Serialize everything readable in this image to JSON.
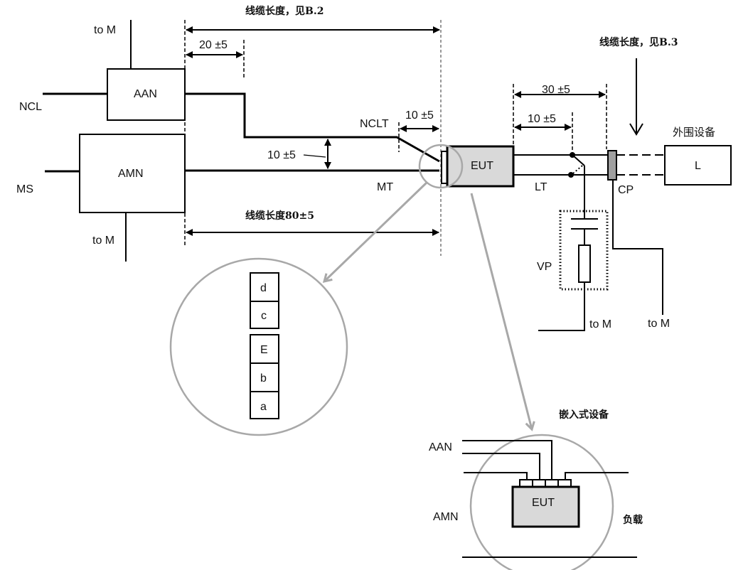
{
  "diagram": {
    "title_cable_length_b2": "线缆长度，见B.2",
    "title_cable_length_b3": "线缆长度，见B.3",
    "cable_length_80": "线缆长度80±5",
    "dimensions": {
      "d_20": "20 ±5",
      "d_10_nclt": "10 ±5",
      "d_10_vertical": "10 ±5",
      "d_30": "30 ±5",
      "d_10_lt": "10 ±5"
    },
    "blocks": {
      "aan": "AAN",
      "amn": "AMN",
      "eut": "EUT",
      "peripheral_l": "L"
    },
    "labels": {
      "ncl": "NCL",
      "ms": "MS",
      "nclt": "NCLT",
      "mt": "MT",
      "lt": "LT",
      "cp": "CP",
      "vp": "VP",
      "to_m_aan": "to M",
      "to_m_amn": "to M",
      "to_m_vp": "to M",
      "to_m_cp": "to M",
      "peripheral": "外围设备"
    },
    "detail_connector": {
      "stack_top": [
        "d",
        "c"
      ],
      "stack_bottom": [
        "E",
        "b",
        "a"
      ]
    },
    "detail_embedded": {
      "title": "嵌入式设备",
      "aan": "AAN",
      "amn": "AMN",
      "eut": "EUT",
      "load": "负载"
    },
    "colors": {
      "eut_fill": "#d9d9d9",
      "cp_fill": "#a0a0a0",
      "callout": "#a8a8a8"
    }
  }
}
